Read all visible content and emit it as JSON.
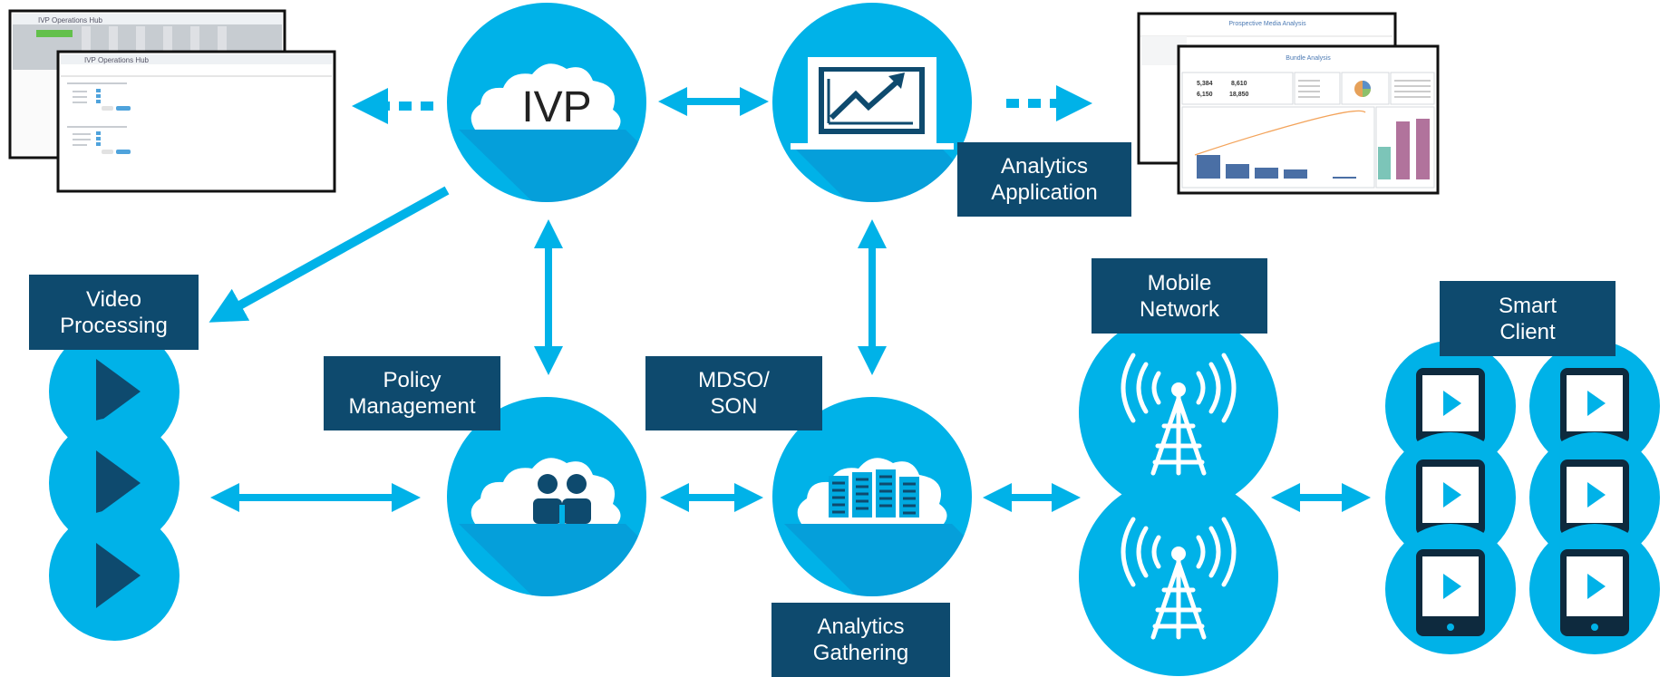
{
  "nodes": {
    "ivp": {
      "text": "IVP"
    },
    "analytics_application": {
      "label": "Analytics\nApplication"
    },
    "video_processing": {
      "label": "Video\nProcessing"
    },
    "policy_management": {
      "label": "Policy\nManagement"
    },
    "mdso_son": {
      "label": "MDSO/\nSON"
    },
    "analytics_gathering": {
      "label": "Analytics\nGathering"
    },
    "mobile_network": {
      "label": "Mobile\nNetwork"
    },
    "smart_client": {
      "label": "Smart\nClient"
    }
  },
  "screenshots": {
    "ivp_ui": {
      "title": "IVP Operations Hub"
    },
    "analytics_ui": {
      "back_title": "Prospective Media Analysis",
      "front_title": "Bundle Analysis",
      "kpis": [
        "5,384",
        "6,150",
        "8,610",
        "18,850"
      ]
    }
  },
  "colors": {
    "circle": "#00b2e8",
    "circle_shadow": "#0a8fcd",
    "arrow": "#00b2e8",
    "label_bg": "#0e4a6e",
    "icon_dark": "#0e4a6e"
  }
}
